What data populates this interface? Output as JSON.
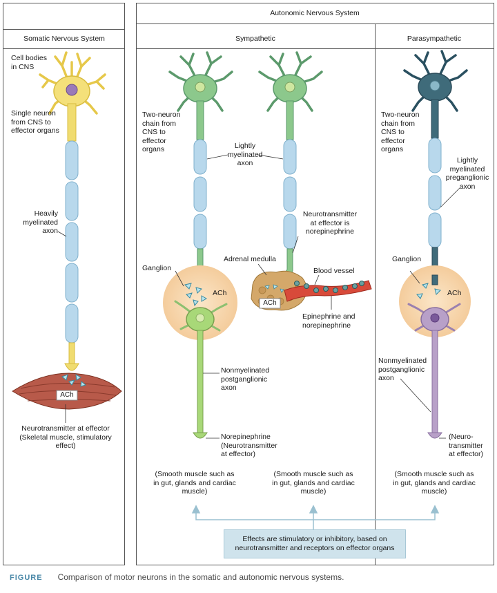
{
  "headers": {
    "autonomic": "Autonomic Nervous System",
    "somatic": "Somatic Nervous System",
    "sympathetic": "Sympathetic",
    "parasympathetic": "Parasympathetic"
  },
  "somatic": {
    "cell_bodies": "Cell bodies\nin CNS",
    "single_neuron": "Single neuron\nfrom CNS to\neffector organs",
    "axon": "Heavily\nmyelinated\naxon",
    "ach": "ACh",
    "effector": "Neurotransmitter at effector\n(Skeletal muscle, stimulatory\neffect)"
  },
  "sympathetic": {
    "chain": "Two-neuron\nchain from\nCNS to\neffector\norgans",
    "axon": "Lightly\nmyelinated\naxon",
    "nt_effector": "Neurotransmitter\nat effector is\nnorepinephrine",
    "ganglion": "Ganglion",
    "ach": "ACh",
    "adrenal": "Adrenal medulla",
    "adrenal_ach": "ACh",
    "blood_vessel": "Blood vessel",
    "epi": "Epinephrine and\nnorepinephrine",
    "postganglionic": "Nonmyelinated\npostganglionic\naxon",
    "norepi": "Norepinephrine\n(Neurotransmitter\nat effector)",
    "smooth1": "(Smooth muscle such as\nin gut, glands and cardiac\nmuscle)",
    "smooth2": "(Smooth muscle such as\nin gut, glands and cardiac\nmuscle)"
  },
  "parasympathetic": {
    "chain": "Two-neuron\nchain from\nCNS to\neffector\norgans",
    "axon": "Lightly\nmyelinated\npreganglionic\naxon",
    "ganglion": "Ganglion",
    "ach": "ACh",
    "postganglionic": "Nonmyelinated\npostganglionic\naxon",
    "nt": "(Neuro-\ntransmitter\nat effector)",
    "smooth": "(Smooth muscle such as\nin gut, glands and cardiac\nmuscle)"
  },
  "effects_box": "Effects are stimulatory or inhibitory, based on\nneurotransmitter and receptors on effector organs",
  "caption": {
    "tag": "FIGURE",
    "text": "Comparison of motor neurons in the somatic and autonomic nervous systems."
  },
  "colors": {
    "somatic_neuron": "#f0dc70",
    "sympathetic_neuron": "#8cc88c",
    "para_pre_neuron": "#3f6b7a",
    "para_post_neuron": "#b8a0c8",
    "myelin": "#b8d8ec",
    "ganglion": "#f8d8b0",
    "muscle": "#b85a4a",
    "vessel": "#d84a3a"
  }
}
